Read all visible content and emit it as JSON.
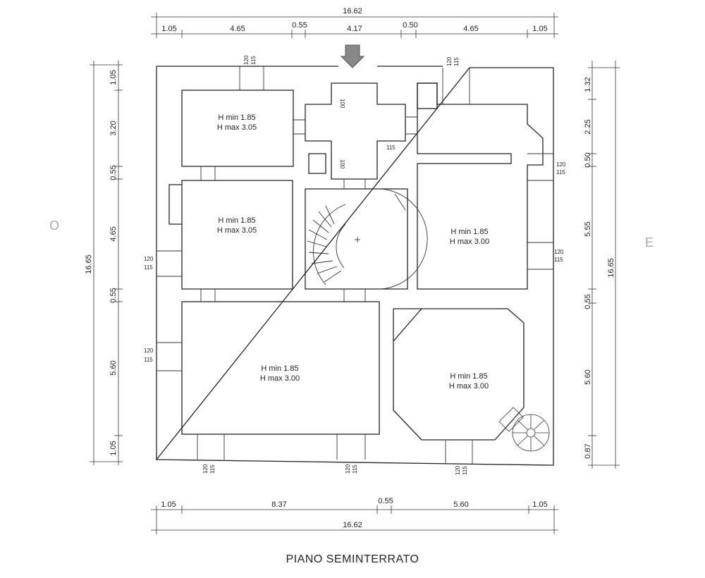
{
  "title": "PIANO SEMINTERRATO",
  "side_marks": {
    "left": "O",
    "right": "E"
  },
  "dims": {
    "top_total": "16.62",
    "top_parts": [
      "1.05",
      "4.65",
      "0.55",
      "4.17",
      "0.50",
      "4.65",
      "1.05"
    ],
    "bottom_parts": [
      "1.05",
      "8.37",
      "0.55",
      "5.60",
      "1.05"
    ],
    "bottom_total": "16.62",
    "left_total": "16.65",
    "left_parts": [
      "1.05",
      "3.20",
      "0.55",
      "4.65",
      "0.55",
      "5.60",
      "1.05"
    ],
    "right_total": "16.65",
    "right_parts": [
      "1.32",
      "2.25",
      "0.50",
      "5.55",
      "0.55",
      "5.60",
      "0.87"
    ]
  },
  "rooms": {
    "r1": {
      "hmin": "H min 1.85",
      "hmax": "H max 3.05"
    },
    "r2": {
      "hmin": "H min 1.85",
      "hmax": "H max 3.05"
    },
    "r3": {
      "hmin": "H min 1.85",
      "hmax": "H max 3.00"
    },
    "r4": {
      "hmin": "H min 1.85",
      "hmax": "H max 3.00"
    },
    "r5": {
      "hmin": "H min 1.85",
      "hmax": "H max 3.00"
    }
  },
  "openings": {
    "sill_top": "120",
    "sill_bottom": "115",
    "door_100": "100",
    "door_115": "115"
  }
}
